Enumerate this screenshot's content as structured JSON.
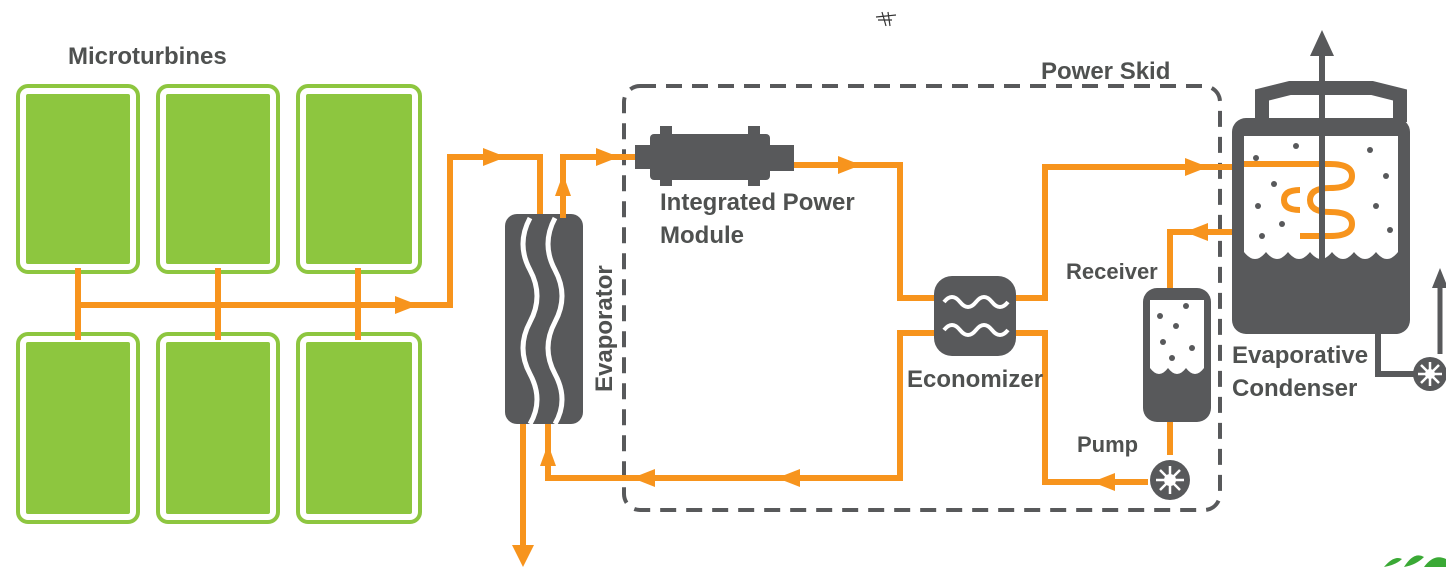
{
  "labels": {
    "microturbines": "Microturbines",
    "power_skid": "Power Skid",
    "integrated_power_module_line1": "Integrated Power",
    "integrated_power_module_line2": "Module",
    "evaporator": "Evaporator",
    "economizer": "Economizer",
    "receiver": "Receiver",
    "pump": "Pump",
    "evaporative_condenser_line1": "Evaporative",
    "evaporative_condenser_line2": "Condenser"
  },
  "colors": {
    "flow": "#f7941d",
    "turbine_fill": "#8dc63f",
    "turbine_outline": "#8dc63f",
    "equipment": "#58595b",
    "text": "#4f5150",
    "skid_border": "#58595b"
  },
  "icons": {
    "pump": "pump-icon",
    "fan": "fan-icon"
  }
}
